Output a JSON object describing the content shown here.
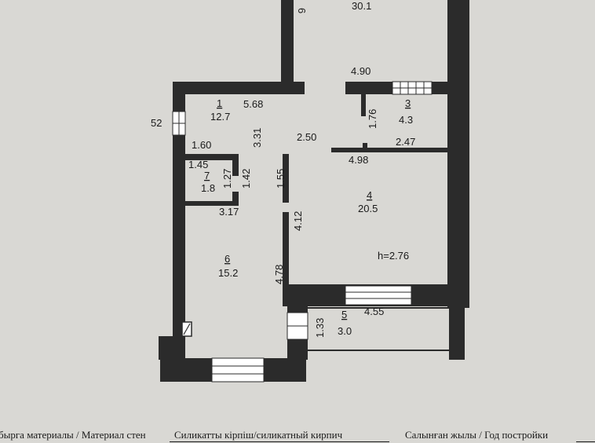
{
  "plan": {
    "upper_unit": {
      "fragment": "6",
      "area": "30.1",
      "dim_bottom": "4.90"
    },
    "rooms": [
      {
        "number": "1",
        "area": "12.7"
      },
      {
        "number": "3",
        "area": "4.3"
      },
      {
        "number": "7",
        "area": "1.8"
      },
      {
        "number": "4",
        "area": "20.5"
      },
      {
        "number": "6",
        "area": "15.2"
      },
      {
        "number": "5",
        "area": "3.0"
      }
    ],
    "dimensions": {
      "left_edge": "52",
      "r1_width": "5.68",
      "r1_height": "3.31",
      "r1_side": "1.60",
      "hall_width": "2.50",
      "r3_height": "1.76",
      "r3_width": "2.47",
      "r4_top": "4.98",
      "r7_top": "1.45",
      "r7_right": "1.27",
      "r7_height": "1.42",
      "hall_height": "1.55",
      "r6_top": "3.17",
      "r4_left": "4.12",
      "r6_right": "4.78",
      "r5_height": "1.33",
      "r5_width": "4.55"
    },
    "ceiling_height": "h=2.76"
  },
  "footer": {
    "wall_label": "быргa материалы / Материал стен",
    "wall_value": "Силикатты кірпіш/силикатный кирпич",
    "year_label": "Салынған жылы / Год постройки"
  },
  "colors": {
    "wall": "#2b2b2b",
    "paper": "#d9d8d4",
    "ink": "#1a1a1a"
  }
}
